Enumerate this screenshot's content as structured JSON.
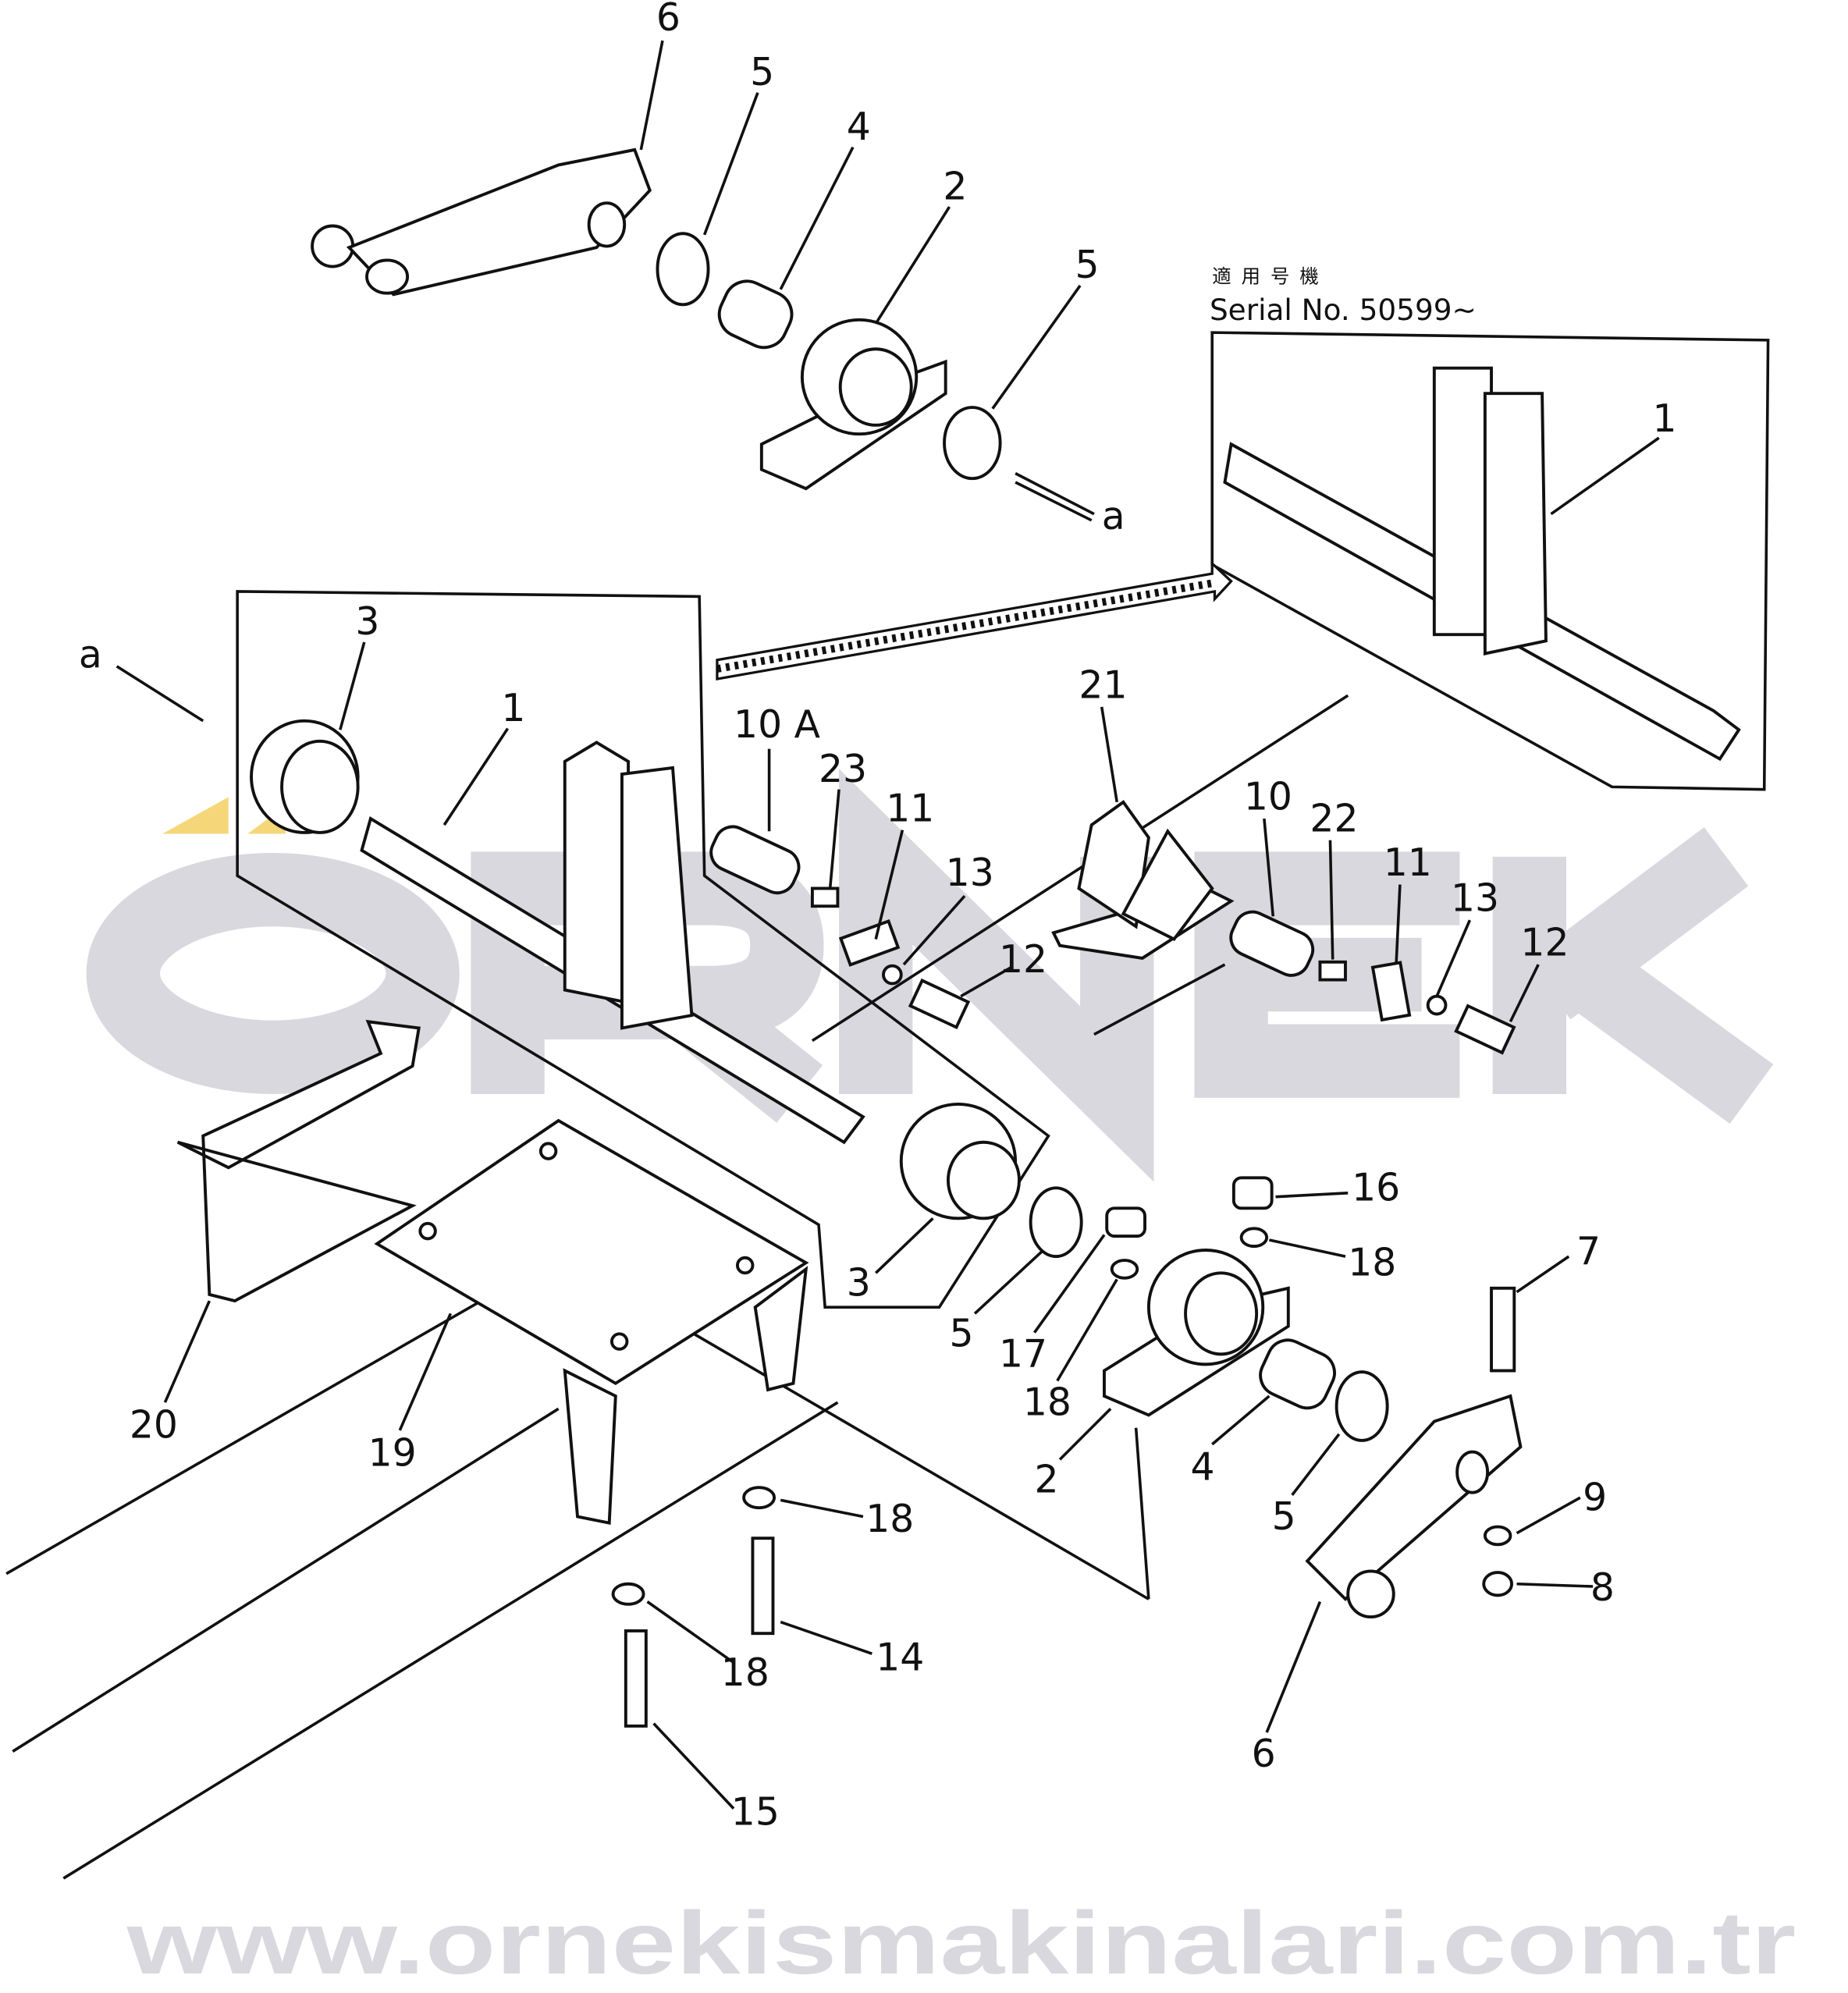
{
  "diagram": {
    "type": "exploded parts diagram",
    "serial_note": {
      "japanese": "適用号機",
      "text": "Serial No. 50599~"
    },
    "view_marker": "a",
    "callouts": [
      {
        "label": "6"
      },
      {
        "label": "5"
      },
      {
        "label": "4"
      },
      {
        "label": "2"
      },
      {
        "label": "5"
      },
      {
        "label": "a"
      },
      {
        "label": "1"
      },
      {
        "label": "3"
      },
      {
        "label": "a"
      },
      {
        "label": "1"
      },
      {
        "label": "10 A"
      },
      {
        "label": "23"
      },
      {
        "label": "11"
      },
      {
        "label": "13"
      },
      {
        "label": "12"
      },
      {
        "label": "21"
      },
      {
        "label": "10"
      },
      {
        "label": "22"
      },
      {
        "label": "11"
      },
      {
        "label": "13"
      },
      {
        "label": "12"
      },
      {
        "label": "16"
      },
      {
        "label": "18"
      },
      {
        "label": "7"
      },
      {
        "label": "3"
      },
      {
        "label": "5"
      },
      {
        "label": "17"
      },
      {
        "label": "18"
      },
      {
        "label": "20"
      },
      {
        "label": "19"
      },
      {
        "label": "4"
      },
      {
        "label": "2"
      },
      {
        "label": "5"
      },
      {
        "label": "9"
      },
      {
        "label": "18"
      },
      {
        "label": "8"
      },
      {
        "label": "14"
      },
      {
        "label": "18"
      },
      {
        "label": "6"
      },
      {
        "label": "15"
      }
    ]
  },
  "watermark": {
    "logo": "ORNEK",
    "url": "www.ornekismakinalari.com.tr",
    "accent_color": "#f5d77a",
    "color": "#d9d8de"
  }
}
